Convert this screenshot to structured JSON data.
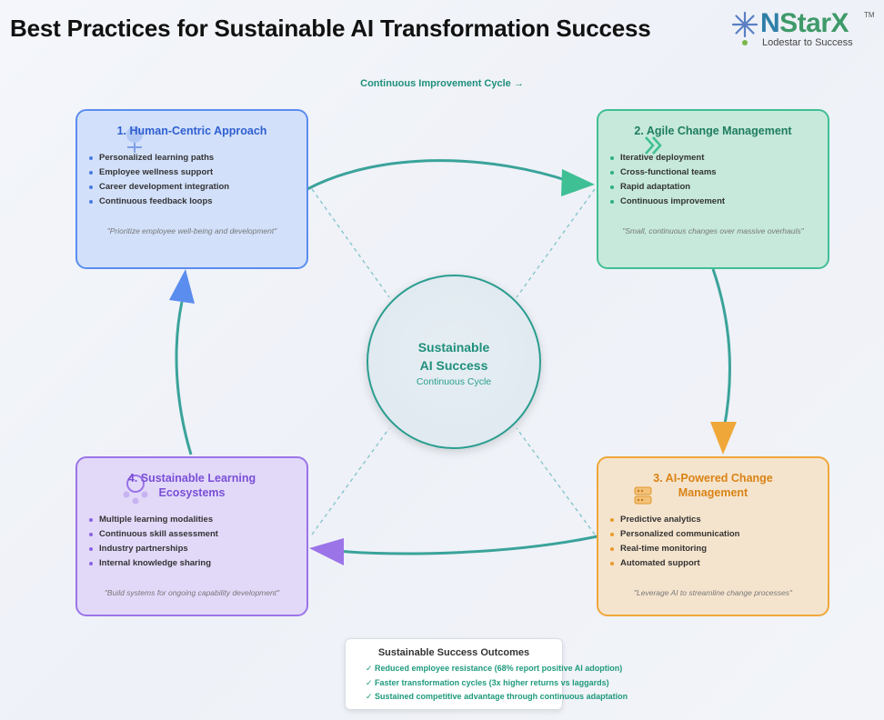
{
  "header": {
    "title": "Best Practices for Sustainable AI Transformation Success"
  },
  "logo": {
    "brand_n": "N",
    "brand_rest": "StarX",
    "tm": "TM",
    "tagline": "Lodestar to Success"
  },
  "cycle_label": "Continuous Improvement Cycle →",
  "center": {
    "line1": "Sustainable",
    "line2": "AI Success",
    "subtitle": "Continuous Cycle"
  },
  "cards": [
    {
      "title": "1. Human-Centric Approach",
      "icon": "person-icon",
      "items": [
        "Personalized learning paths",
        "Employee wellness support",
        "Career development integration",
        "Continuous feedback loops"
      ],
      "quote": "\"Prioritize employee well-being and development\""
    },
    {
      "title": "2. Agile Change Management",
      "icon": "double-chevron-icon",
      "items": [
        "Iterative deployment",
        "Cross-functional teams",
        "Rapid adaptation",
        "Continuous improvement"
      ],
      "quote": "\"Small, continuous changes over massive overhauls\""
    },
    {
      "title_line1": "3. AI-Powered Change",
      "title_line2": "Management",
      "icon": "server-icon",
      "items": [
        "Predictive analytics",
        "Personalized communication",
        "Real-time monitoring",
        "Automated support"
      ],
      "quote": "\"Leverage AI to streamline change processes\""
    },
    {
      "title_line1": "4. Sustainable Learning",
      "title_line2": "Ecosystems",
      "icon": "network-icon",
      "items": [
        "Multiple learning modalities",
        "Continuous skill assessment",
        "Industry partnerships",
        "Internal knowledge sharing"
      ],
      "quote": "\"Build systems for ongoing capability development\""
    }
  ],
  "outcomes": {
    "title": "Sustainable Success Outcomes",
    "items": [
      "✓ Reduced employee resistance (68% report positive AI adoption)",
      "✓ Faster transformation cycles (3x higher returns vs laggards)",
      "✓ Sustained competitive advantage through continuous adaptation"
    ]
  },
  "colors": {
    "blue": "#5b8def",
    "green": "#3fbf94",
    "orange": "#f0a73a",
    "purple": "#9b74e8",
    "teal": "#2a9d8f"
  }
}
